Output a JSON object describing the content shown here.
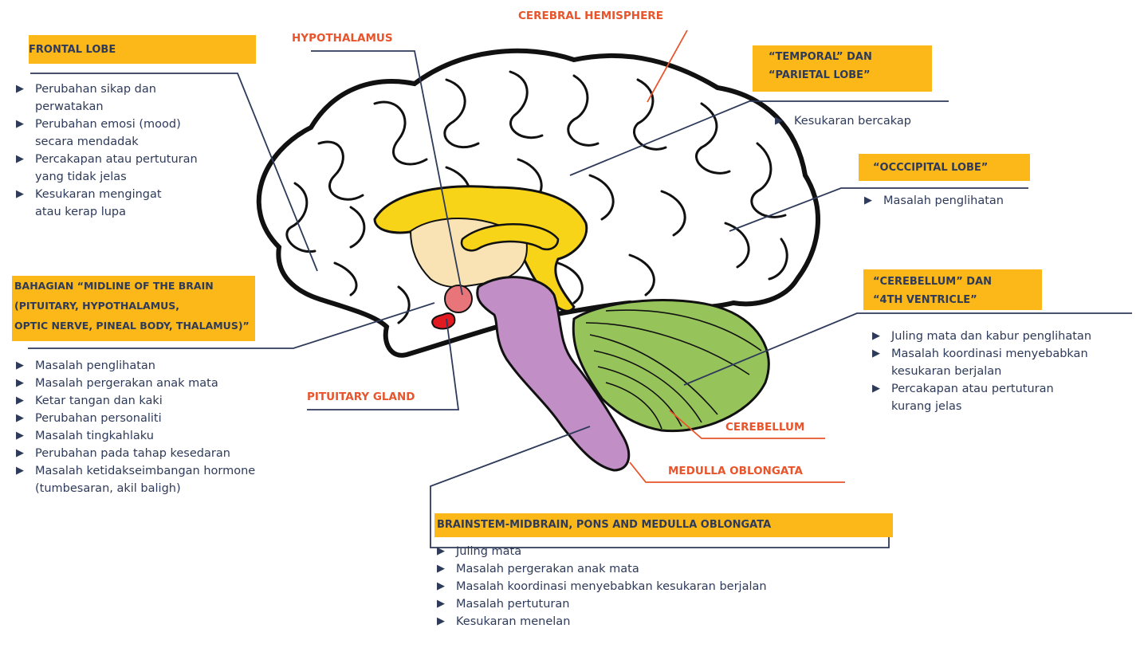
{
  "labels": {
    "cerebral_hemisphere": "CEREBRAL HEMISPHERE",
    "hypothalamus": "HYPOTHALAMUS",
    "pituitary_gland": "PITUITARY GLAND",
    "cerebellum": "CEREBELLUM",
    "medulla_oblongata": "MEDULLA OBLONGATA"
  },
  "frontal": {
    "title": "FRONTAL LOBE",
    "items": [
      "Perubahan sikap dan",
      "perwatakan",
      "Perubahan emosi (mood)",
      "secara mendadak",
      "Percakapan atau pertuturan",
      "yang tidak jelas",
      "Kesukaran mengingat",
      "atau kerap lupa"
    ]
  },
  "midline": {
    "title_line1": "BAHAGIAN “MIDLINE OF THE BRAIN",
    "title_line2": "(PITUITARY, HYPOTHALAMUS,",
    "title_line3": "OPTIC NERVE, PINEAL BODY, THALAMUS)”",
    "items": [
      "Masalah penglihatan",
      "Masalah pergerakan anak mata",
      "Ketar tangan dan kaki",
      "Perubahan personaliti",
      "Masalah tingkahlaku",
      "Perubahan pada tahap kesedaran",
      "Masalah ketidakseimbangan hormone",
      "(tumbesaran, akil baligh)"
    ]
  },
  "temporal": {
    "title_line1": "“TEMPORAL” DAN",
    "title_line2": "“PARIETAL LOBE”",
    "items": [
      "Kesukaran bercakap"
    ]
  },
  "occipital": {
    "title": "“OCCCIPITAL LOBE”",
    "items": [
      "Masalah penglihatan"
    ]
  },
  "cerebellum": {
    "title_line1": "“CEREBELLUM” DAN",
    "title_line2": "“4TH VENTRICLE”",
    "items": [
      "Juling mata dan kabur penglihatan",
      "Masalah koordinasi menyebabkan",
      "kesukaran  berjalan",
      "Percakapan atau pertuturan",
      "kurang jelas"
    ]
  },
  "brainstem": {
    "title": "BRAINSTEM-MIDBRAIN, PONS AND MEDULLA OBLONGATA",
    "items": [
      "Juling mata",
      "Masalah pergerakan anak mata",
      "Masalah koordinasi menyebabkan kesukaran berjalan",
      "Masalah pertuturan",
      "Kesukaran menelan"
    ]
  },
  "colors": {
    "header_bg": "#fbb818",
    "text": "#2e3a59",
    "label": "#e8542b",
    "line": "#2e3a59",
    "cerebellum": "#96c45a",
    "brainstem": "#c18ec5",
    "thalamus": "#f7d417",
    "pituitary": "#e8757a"
  }
}
